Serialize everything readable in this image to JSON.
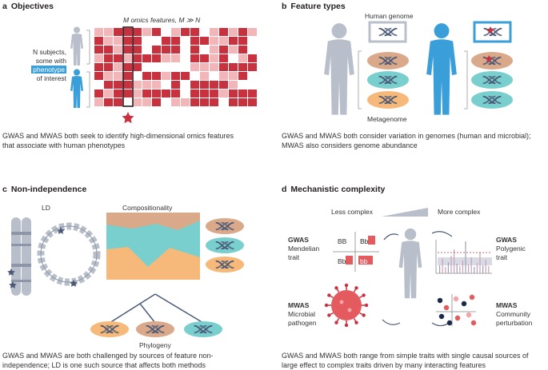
{
  "panel_a": {
    "letter": "a",
    "title": "Objectives",
    "top_label": "M omics features, M ≫ N",
    "subjects_line1": "N subjects,",
    "subjects_line2": "some with",
    "subjects_highlight": "phenotype",
    "subjects_line4": "of interest",
    "caption": "GWAS and MWAS both seek to identify high-dimensional omics features that associate with human phenotypes"
  },
  "panel_b": {
    "letter": "b",
    "title": "Feature types",
    "human_genome": "Human genome",
    "metagenome": "Metagenome",
    "caption": "GWAS and MWAS both consider variation in genomes (human and microbial); MWAS also considers genome abundance"
  },
  "panel_c": {
    "letter": "c",
    "title": "Non-independence",
    "ld": "LD",
    "compositionality": "Compositionality",
    "phylogeny": "Phylogeny",
    "caption": "GWAS and MWAS are both challenged by sources of feature non-independence; LD is one such source that affects both methods"
  },
  "panel_d": {
    "letter": "d",
    "title": "Mechanistic complexity",
    "less_complex": "Less complex",
    "more_complex": "More complex",
    "gwas_mendelian_title": "GWAS",
    "gwas_mendelian_sub1": "Mendelian",
    "gwas_mendelian_sub2": "trait",
    "gwas_polygenic_title": "GWAS",
    "gwas_polygenic_sub1": "Polygenic",
    "gwas_polygenic_sub2": "trait",
    "mwas_pathogen_title": "MWAS",
    "mwas_pathogen_sub1": "Microbial",
    "mwas_pathogen_sub2": "pathogen",
    "mwas_community_title": "MWAS",
    "mwas_community_sub1": "Community",
    "mwas_community_sub2": "perturbation",
    "punnett": [
      "BB",
      "Bb",
      "Bb",
      "bb"
    ],
    "caption": "GWAS and MWAS both range from simple traits with single causal sources of large effect to complex traits driven by many interacting features"
  },
  "colors": {
    "dark_red": "#c8323f",
    "light_red": "#f2b6b9",
    "blue": "#3a9fd8",
    "grey": "#b9bfca",
    "tan": "#d9a98a",
    "teal": "#79cfcd",
    "orange": "#f7b979",
    "navy": "#4a5a78"
  }
}
